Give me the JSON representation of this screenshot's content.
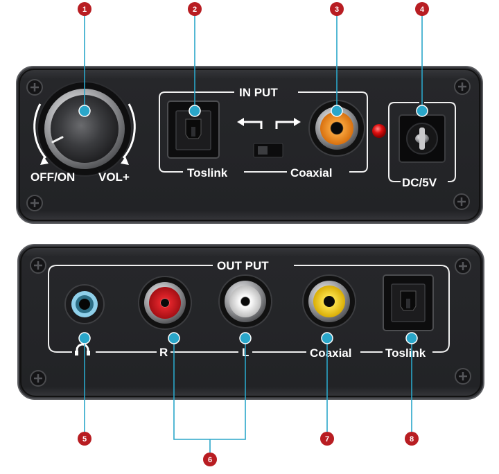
{
  "front_panel": {
    "input_label": "IN PUT",
    "off_on_label": "OFF/ON",
    "vol_label": "VOL+",
    "toslink_label": "Toslink",
    "coaxial_label": "Coaxial",
    "dc_label": "DC/5V"
  },
  "back_panel": {
    "output_label": "OUT PUT",
    "r_label": "R",
    "l_label": "L",
    "coaxial_label": "Coaxial",
    "toslink_label": "Toslink"
  },
  "callouts": [
    "1",
    "2",
    "3",
    "4",
    "5",
    "6",
    "7",
    "8"
  ],
  "colors": {
    "callout_red": "#b81d22",
    "callout_cyan": "#2aa6c9",
    "panel": "#26272a",
    "coax_in": "#f08a1e",
    "rca_red": "#d4161c",
    "rca_white": "#e8e8e8",
    "rca_yellow": "#f2cc14",
    "jack_blue": "#7fc4de"
  },
  "icons": [
    "screw-icon",
    "volume-knob",
    "toslink-port-icon",
    "rca-jack-icon",
    "dc-jack-icon",
    "headphone-icon",
    "arrow-left-icon",
    "arrow-right-icon"
  ]
}
